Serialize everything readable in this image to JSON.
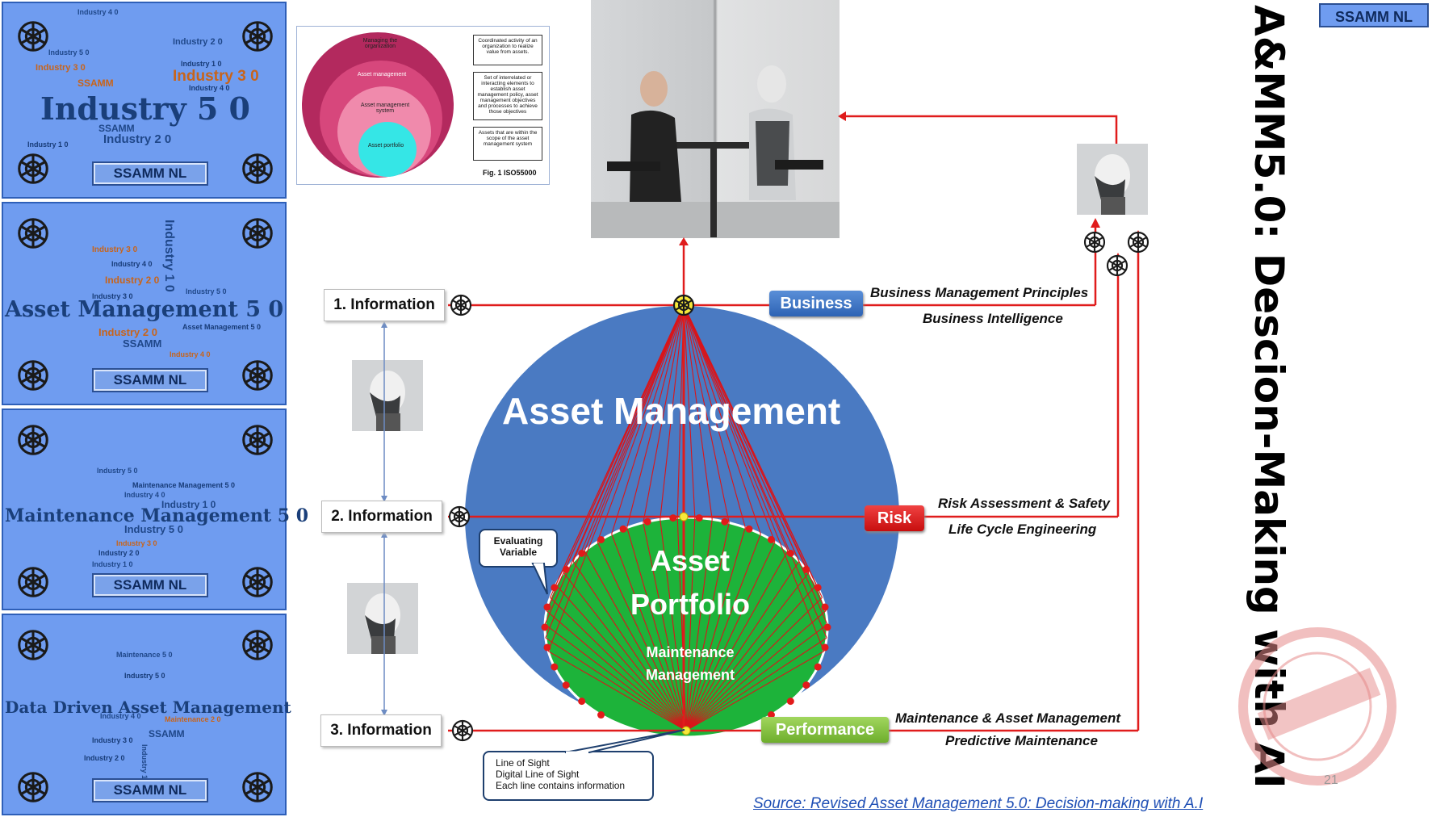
{
  "panels": [
    {
      "title": "Industry 5 0",
      "badge": "SSAMM NL",
      "words": [
        "Industry 4 0",
        "Industry 3 0",
        "Industry 2 0",
        "Industry 1 0",
        "SSAMM",
        "Industry 3 0",
        "Industry 2 0",
        "Industry 1 0",
        "Industry 5 0",
        "SSAMM",
        "Industry 4 0"
      ]
    },
    {
      "title": "Asset Management 5 0",
      "badge": "SSAMM NL",
      "words": [
        "Industry 1 0",
        "Industry 2 0",
        "Industry 3 0",
        "Industry 4 0",
        "Industry 5 0",
        "SSAMM",
        "Asset Management 5 0",
        "Industry 4 0",
        "Industry 2 0",
        "Industry 3 0"
      ]
    },
    {
      "title": "Maintenance Management 5 0",
      "badge": "SSAMM NL",
      "words": [
        "Industry 5 0",
        "Industry 1 0",
        "Maintenance Management 5 0",
        "Industry 4 0",
        "Industry 3 0",
        "Industry 2 0",
        "Industry 5 0",
        "Industry 1 0"
      ]
    },
    {
      "title": "Data Driven Asset Management",
      "badge": "SSAMM NL",
      "words": [
        "Maintenance 5 0",
        "Industry 5 0",
        "Industry 4 0",
        "Maintenance 2 0",
        "Industry 3 0",
        "SSAMM",
        "Industry 1 0",
        "Industry 2 0"
      ]
    }
  ],
  "iso_figure": {
    "circles": [
      "Managing the organization",
      "Asset management",
      "Asset management system",
      "Asset portfolio"
    ],
    "notes": [
      "Coordinated activity of an organization to realize value from assets.",
      "Set of interrelated or interacting elements to establish asset management policy, asset management objectives and processes to achieve those objectives",
      "Assets that are within the scope of the asset management system"
    ],
    "caption": "Fig. 1 ISO55000"
  },
  "info_boxes": [
    "1. Information",
    "2. Information",
    "3. Information"
  ],
  "tags": {
    "business": "Business",
    "risk": "Risk",
    "performance": "Performance"
  },
  "descriptions": {
    "business_1": "Business Management Principles",
    "business_2": "Business Intelligence",
    "risk_1": "Risk Assessment & Safety",
    "risk_2": "Life Cycle Engineering",
    "performance_1": "Maintenance & Asset Management",
    "performance_2": "Predictive Maintenance"
  },
  "diagram": {
    "outer_label": "Asset Management",
    "inner_label_1": "Asset",
    "inner_label_2": "Portfolio",
    "inner_sub_1": "Maintenance",
    "inner_sub_2": "Management"
  },
  "callouts": {
    "evaluating_1": "Evaluating",
    "evaluating_2": "Variable",
    "los_1": "Line of Sight",
    "los_2": "Digital Line of Sight",
    "los_3": "Each line contains information"
  },
  "title": "A&MM5.0: Descion-Making with AI",
  "brand_badge": "SSAMM NL",
  "source_link": "Source: Revised Asset Management 5.0: Decision-making with A.I",
  "page_number": "21",
  "colors": {
    "outer_circle": "#4a7ac2",
    "inner_ellipse": "#1db33a",
    "business": "#3a74c4",
    "risk": "#e21a1a",
    "performance": "#82c341",
    "line": "#e01c1c"
  }
}
